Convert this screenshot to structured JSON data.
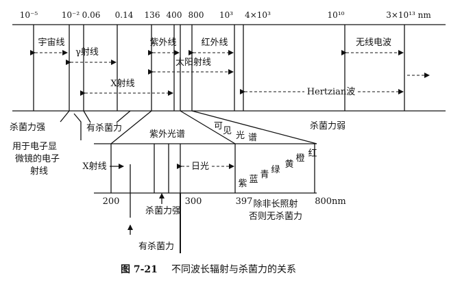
{
  "top_scale": {
    "ticks": [
      "10⁻⁵",
      "10⁻²",
      "0.06",
      "0.14",
      "136",
      "400",
      "800",
      "10³",
      "4×10³",
      "10¹⁰",
      "3×10¹³ nm"
    ]
  },
  "bands": {
    "cosmic": "宇宙线",
    "gamma": "γ射线",
    "x_ray": "X射线",
    "uv": "紫外线",
    "ir": "红外线",
    "solar": "太阳射线",
    "radio": "无线电波",
    "hertzian": "Hertzian波"
  },
  "effects": {
    "strong": "杀菌力强",
    "moderate": "有杀菌力",
    "weak": "杀菌力弱",
    "em_note": [
      "用于电子显",
      "微镜的电子",
      "射线"
    ]
  },
  "spectrum": {
    "uv_spectrum": "紫外光谱",
    "visible": [
      "可",
      "见",
      "光",
      "谱"
    ],
    "colors": [
      "紫",
      "蓝",
      "青",
      "绿",
      "黄",
      "橙",
      "红"
    ],
    "x_ray": "X射线",
    "sunlight": "日光"
  },
  "bottom_scale": {
    "ticks": [
      "200",
      "300",
      "397",
      "800nm"
    ],
    "strong": "杀菌力强",
    "moderate": "有杀菌力",
    "note": [
      "除非长照射",
      "否则无杀菌力"
    ]
  },
  "caption": {
    "number": "图 7-21",
    "text": "不同波长辐射与杀菌力的关系"
  }
}
